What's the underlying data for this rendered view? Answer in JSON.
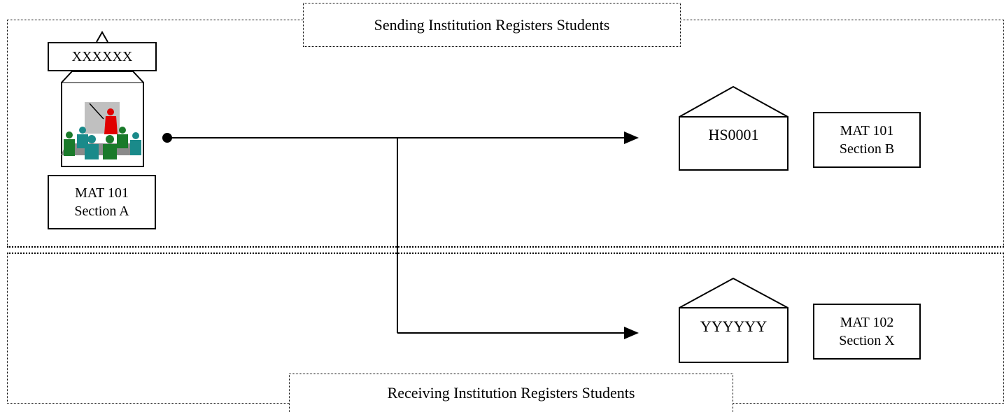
{
  "sending_label": "Sending Institution Registers Students",
  "receiving_label": "Receiving Institution Registers Students",
  "source": {
    "id": "XXXXXX",
    "course_line1": "MAT 101",
    "course_line2": "Section A"
  },
  "targets": [
    {
      "id": "HS0001",
      "course_line1": "MAT 101",
      "course_line2": "Section B"
    },
    {
      "id": "YYYYYY",
      "course_line1": "MAT 102",
      "course_line2": "Section X"
    }
  ]
}
